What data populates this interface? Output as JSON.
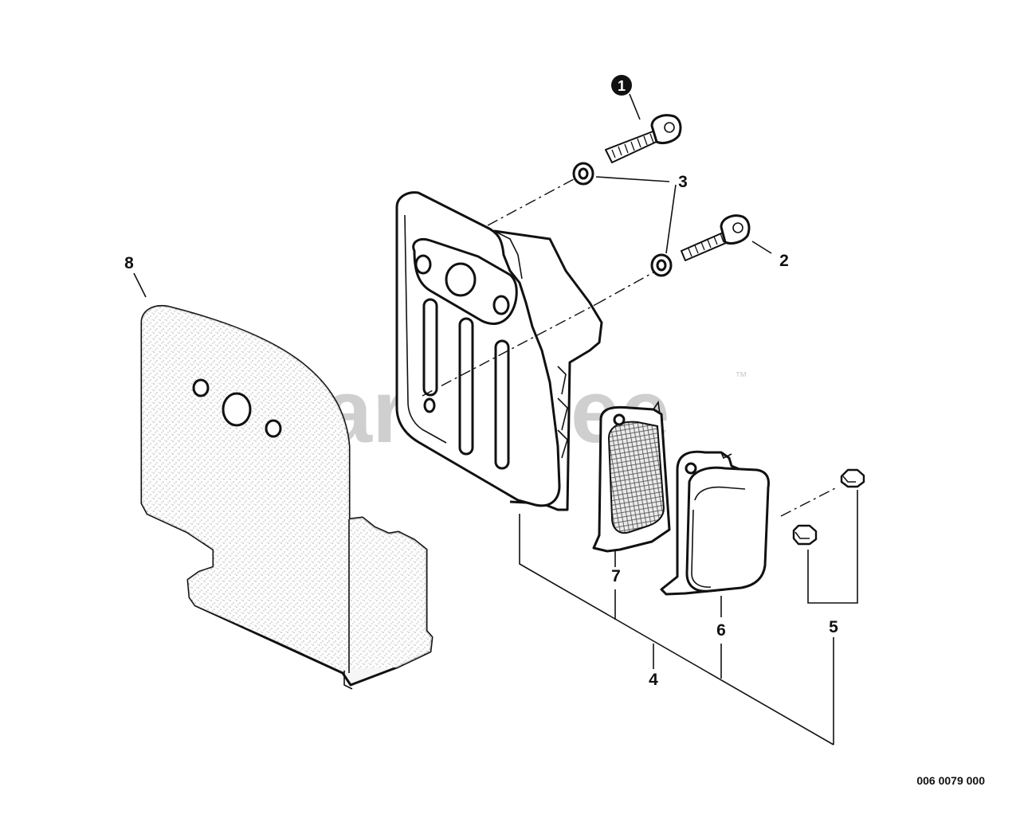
{
  "watermark": {
    "text": "PartsTree",
    "trademark": "™"
  },
  "callouts": {
    "c1": "1",
    "c2": "2",
    "c3": "3",
    "c4": "4",
    "c5": "5",
    "c6": "6",
    "c7": "7",
    "c8": "8"
  },
  "reference_number": "006 0079 000"
}
